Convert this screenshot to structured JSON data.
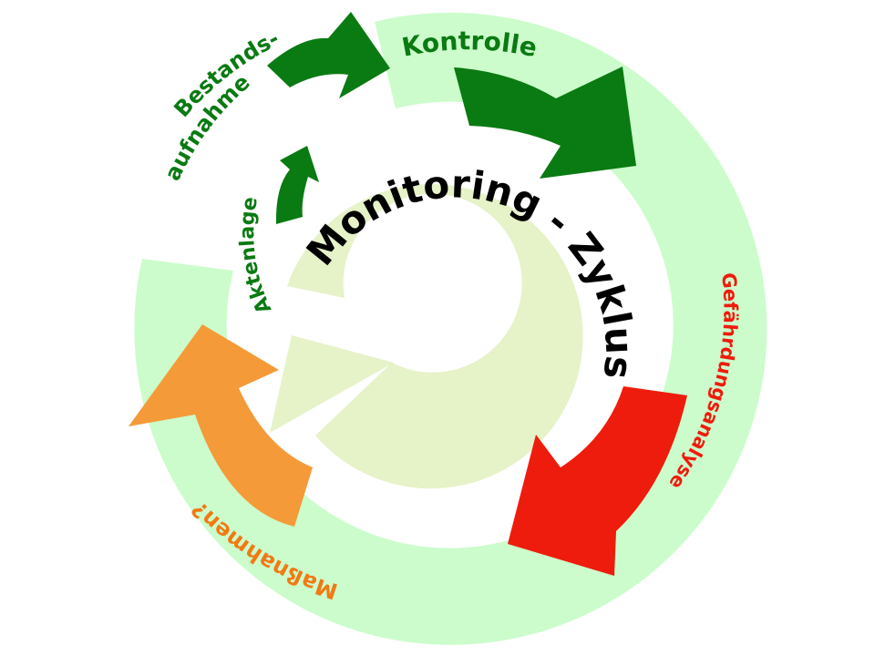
{
  "diagram": {
    "center_title": "Monitoring - Zyklus",
    "steps": [
      {
        "id": "bestandsaufnahme",
        "lines": [
          "Bestands-",
          "aufnahme"
        ],
        "color": "#0a7a12"
      },
      {
        "id": "kontrolle",
        "lines": [
          "Kontrolle"
        ],
        "color": "#0a7a12"
      },
      {
        "id": "gefaehrdungsanalyse",
        "lines": [
          "Gefährdungsanalyse"
        ],
        "color": "#ee1c0c"
      },
      {
        "id": "massnahmen",
        "lines": [
          "Maßnahmen?"
        ],
        "color": "#f07a14"
      },
      {
        "id": "aktenlage",
        "lines": [
          "Aktenlage"
        ],
        "color": "#0a7a12"
      }
    ],
    "colors": {
      "outer_ring": "#ccfccc",
      "inner_ring": "#e6f2c8",
      "dark_green_arrow": "#0a7a12",
      "red_arrow": "#ee1c0c",
      "orange_arrow": "#f59a38",
      "center_text": "#000000"
    }
  }
}
